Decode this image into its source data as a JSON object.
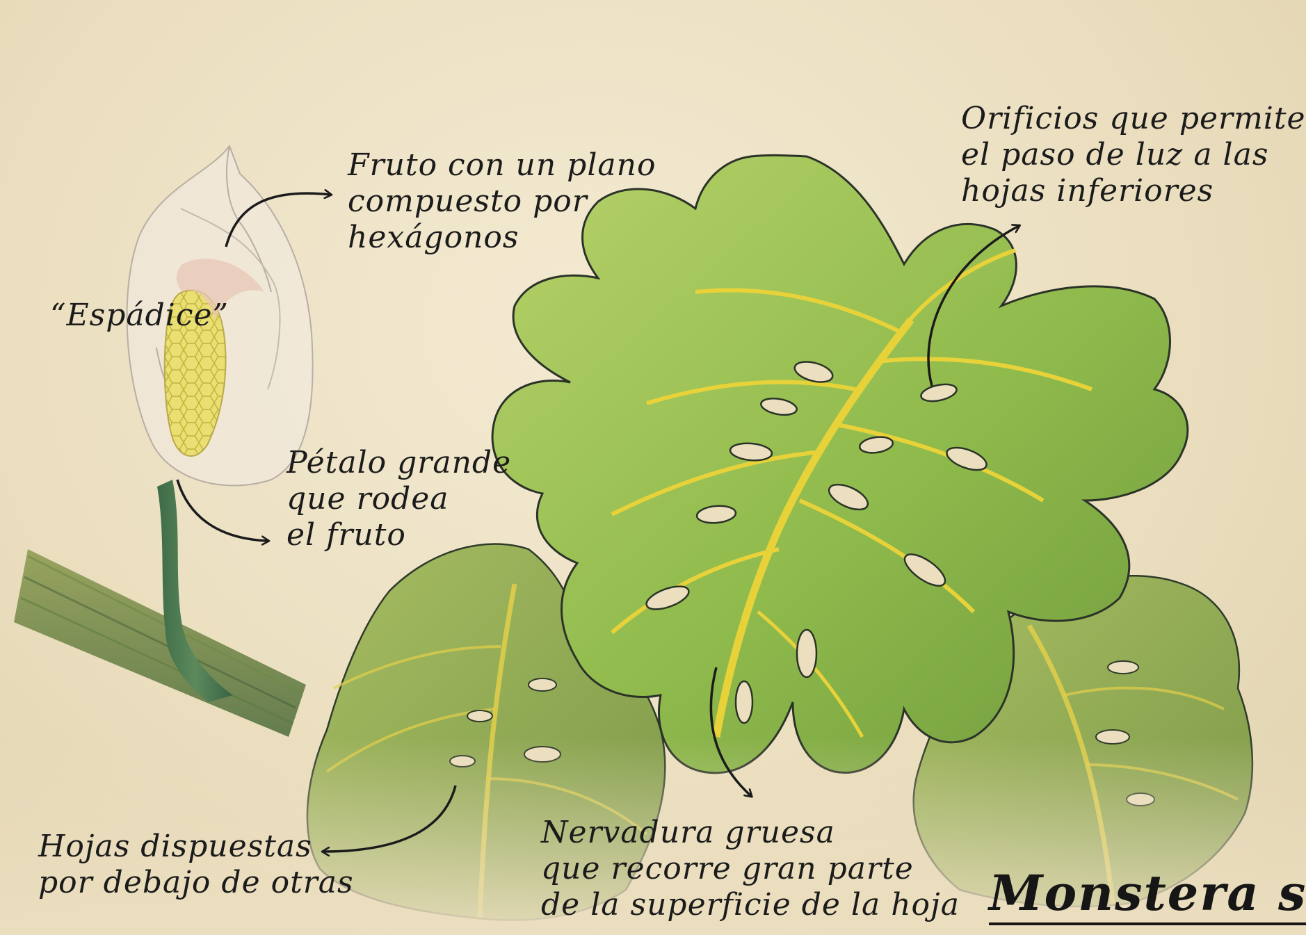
{
  "title": "Monstera sp.",
  "annotations": {
    "espadice": {
      "lines": [
        "“Espádice”"
      ]
    },
    "fruto": {
      "lines": [
        "Fruto con un plano",
        "compuesto por",
        "hexágonos"
      ]
    },
    "petalo": {
      "lines": [
        "Pétalo grande",
        "que rodea",
        "el fruto"
      ]
    },
    "orificios": {
      "lines": [
        "Orificios que permiten",
        "el paso de luz a las",
        "hojas inferiores"
      ]
    },
    "hojas": {
      "lines": [
        "Hojas dispuestas",
        "por debajo de otras"
      ]
    },
    "nervadura": {
      "lines": [
        "Nervadura gruesa",
        "que recorre gran parte",
        "de la superficie de la hoja"
      ]
    }
  },
  "colors": {
    "paper": "#ece2c6",
    "leaf_light": "#a9c85a",
    "leaf_dark": "#6f9a3c",
    "vein": "#e8d23a",
    "stem": "#4d7a52",
    "spadix": "#e6dc6a",
    "ink": "#1b1b1b"
  }
}
